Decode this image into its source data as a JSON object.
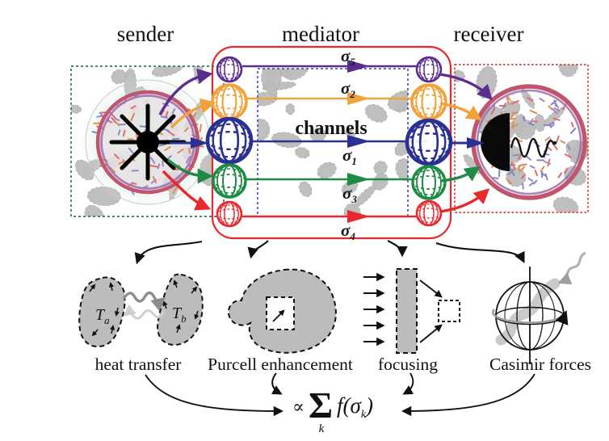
{
  "palette": {
    "red": "#e8282c",
    "purple": "#5b2d8e",
    "orange": "#f0a23c",
    "blue": "#2a3192",
    "green": "#1e8b45",
    "gray_blob": "#bcbcbc",
    "glow_green": "#cfe8d4",
    "sphere_rim_outer": "#c0566e",
    "sphere_rim_inner": "#9a6fae"
  },
  "header": {
    "sender": "sender",
    "mediator": "mediator",
    "receiver": "receiver"
  },
  "mediator": {
    "channels_label": "channels",
    "channels": [
      {
        "id": "sigma5",
        "symbol": "σ",
        "sub": "5",
        "color": "#5b2d8e"
      },
      {
        "id": "sigma2",
        "symbol": "σ",
        "sub": "2",
        "color": "#f0a23c"
      },
      {
        "id": "sigma1",
        "symbol": "σ",
        "sub": "1",
        "color": "#2a3192"
      },
      {
        "id": "sigma3",
        "symbol": "σ",
        "sub": "3",
        "color": "#1e8b45"
      },
      {
        "id": "sigma4",
        "symbol": "σ",
        "sub": "4",
        "color": "#e8282c"
      }
    ]
  },
  "applications": {
    "heat_transfer": {
      "label": "heat transfer",
      "body_a": {
        "symbol": "T",
        "sub": "a"
      },
      "body_b": {
        "symbol": "T",
        "sub": "b"
      }
    },
    "purcell": {
      "label": "Purcell enhancement"
    },
    "focusing": {
      "label": "focusing"
    },
    "casimir": {
      "label": "Casimir forces"
    }
  },
  "formula": {
    "proportional": "∝",
    "sum": "Σ",
    "index": "k",
    "fn": "f(σ",
    "fn_sub": "k",
    "fn_close": ")"
  }
}
